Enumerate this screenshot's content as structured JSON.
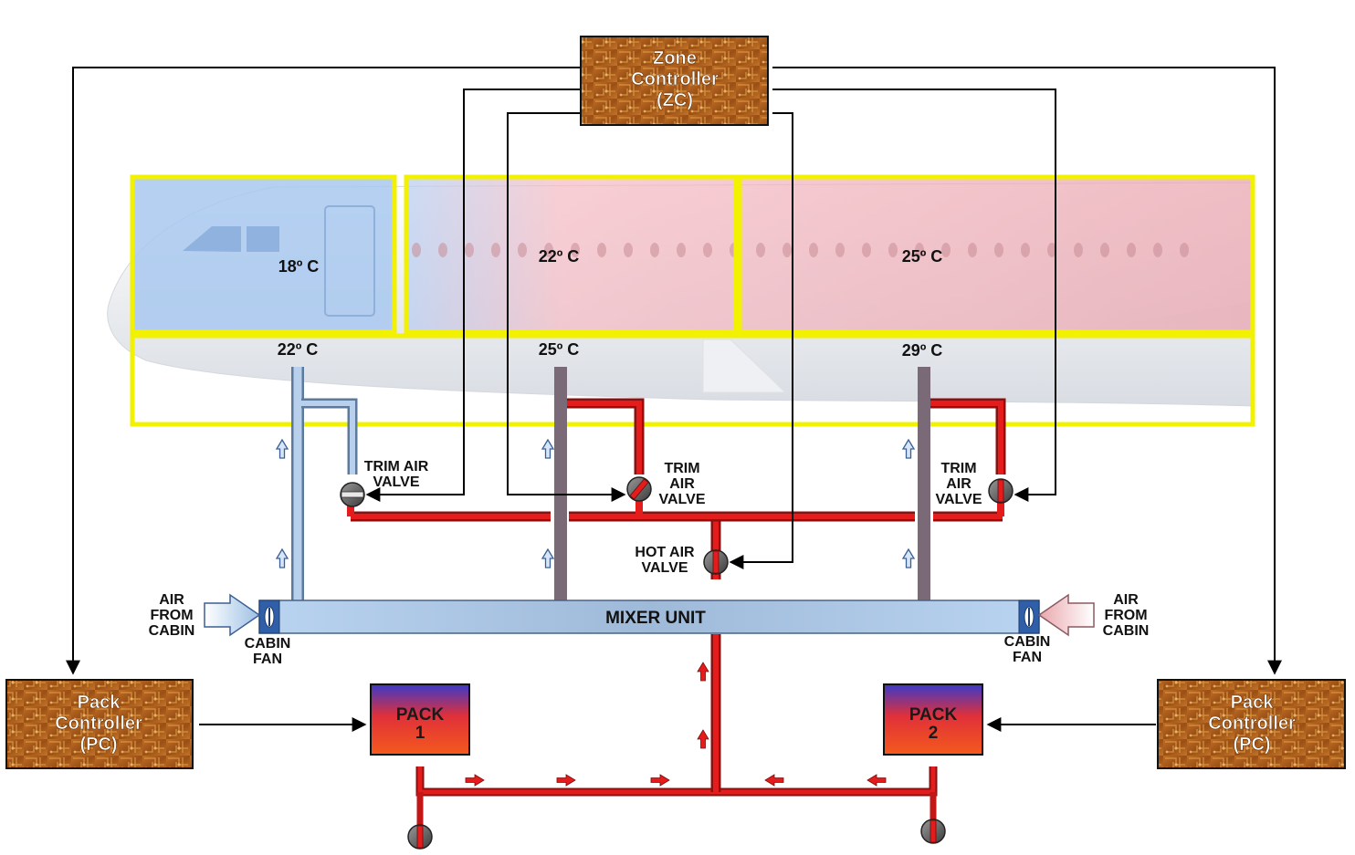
{
  "zone_controller": {
    "lines": [
      "Zone",
      "Controller",
      "(ZC)"
    ]
  },
  "pack_controller_left": {
    "lines": [
      "Pack",
      "Controller",
      "(PC)"
    ]
  },
  "pack_controller_right": {
    "lines": [
      "Pack",
      "Controller",
      "(PC)"
    ]
  },
  "zones": {
    "cockpit_temp": "18º C",
    "fwd_cabin_temp": "22º C",
    "aft_cabin_temp": "25º C"
  },
  "duct_temps": {
    "cockpit": "22º C",
    "fwd_cabin": "25º C",
    "aft_cabin": "29º C"
  },
  "valves": {
    "trim_air_1": [
      "TRIM AIR",
      "VALVE"
    ],
    "trim_air_2": [
      "TRIM",
      "AIR",
      "VALVE"
    ],
    "trim_air_3": [
      "TRIM",
      "AIR",
      "VALVE"
    ],
    "hot_air": [
      "HOT AIR",
      "VALVE"
    ]
  },
  "mixer_unit": "MIXER UNIT",
  "cabin_fan_left": [
    "CABIN",
    "FAN"
  ],
  "cabin_fan_right": [
    "CABIN",
    "FAN"
  ],
  "air_from_cabin_left": [
    "AIR",
    "FROM",
    "CABIN"
  ],
  "air_from_cabin_right": [
    "AIR",
    "FROM",
    "CABIN"
  ],
  "pack1": [
    "PACK",
    "1"
  ],
  "pack2": [
    "PACK",
    "2"
  ],
  "colors": {
    "zone_border": "#f2f200",
    "hot_air": "#e51c1c",
    "cold_air": "#a9c4e4",
    "controller": "#a7591a",
    "cockpit_zone": "#a8c8ef",
    "cabin_zone": "#f0b2b8"
  }
}
